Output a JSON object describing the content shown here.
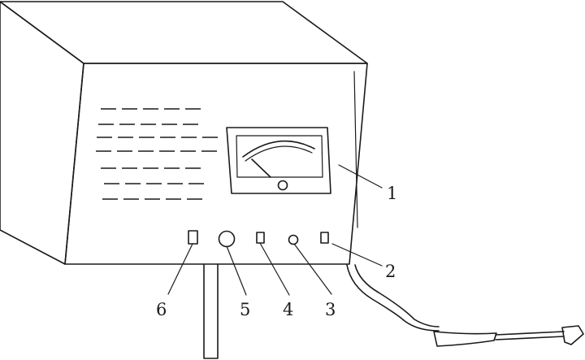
{
  "figure": {
    "callouts": [
      {
        "id": "meter",
        "label": "1"
      },
      {
        "id": "right-switch",
        "label": "2"
      },
      {
        "id": "small-knob",
        "label": "3"
      },
      {
        "id": "middle-switch",
        "label": "4"
      },
      {
        "id": "large-knob",
        "label": "5"
      },
      {
        "id": "left-switch",
        "label": "6"
      }
    ],
    "colors": {
      "line": "#1a1a1a",
      "background": "#ffffff"
    }
  }
}
